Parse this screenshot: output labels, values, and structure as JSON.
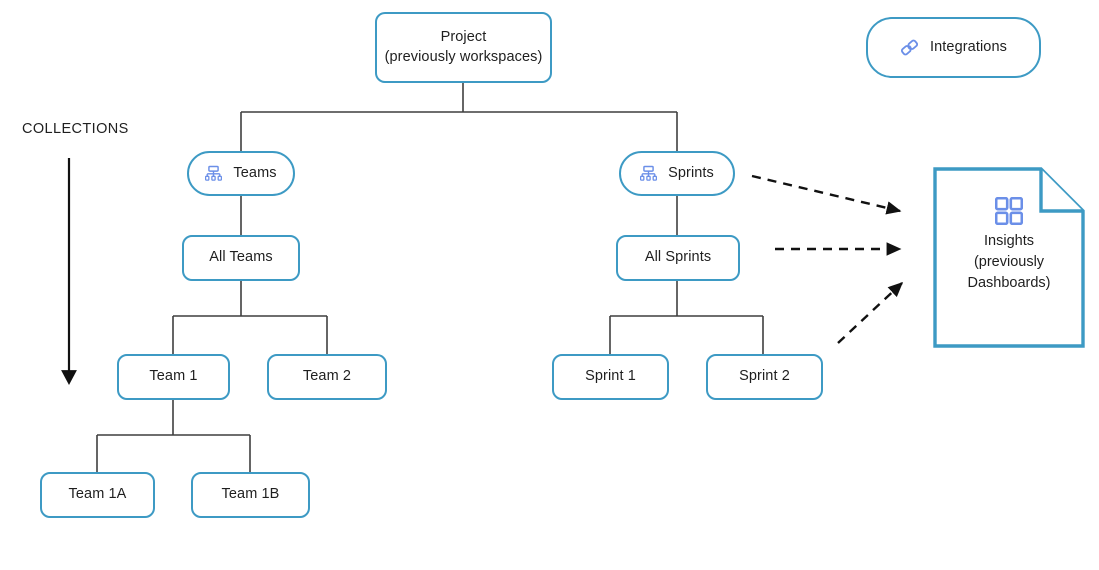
{
  "diagram": {
    "title_nodes": {
      "project": {
        "label": "Project\n(previously workspaces)",
        "shape": "rounded-rect"
      },
      "integrations": {
        "label": "Integrations",
        "icon": "link-chain-icon",
        "shape": "pill"
      },
      "insights": {
        "label": "Insights\n(previously\nDashboards)",
        "icon": "grid-dashboard-icon",
        "shape": "document-folded-corner"
      }
    },
    "collections": {
      "label": "COLLECTIONS",
      "arrow": "down-arrow"
    },
    "branches": [
      {
        "root": {
          "label": "Teams",
          "icon": "hierarchy-icon"
        },
        "all": {
          "label": "All Teams"
        },
        "children": [
          {
            "label": "Team 1",
            "children": [
              {
                "label": "Team 1A"
              },
              {
                "label": "Team 1B"
              }
            ]
          },
          {
            "label": "Team 2",
            "children": []
          }
        ]
      },
      {
        "root": {
          "label": "Sprints",
          "icon": "hierarchy-icon"
        },
        "all": {
          "label": "All Sprints"
        },
        "children": [
          {
            "label": "Sprint 1",
            "children": []
          },
          {
            "label": "Sprint 2",
            "children": []
          }
        ]
      }
    ],
    "colors": {
      "node_border": "#3d9ac4",
      "node_fill": "#ffffff",
      "connector": "#3f3f3f",
      "arrow": "#111111",
      "icon_blue": "#6b8fe8",
      "text": "#1f1f1f"
    },
    "flows": [
      {
        "from": "Sprints",
        "to": "Insights",
        "style": "dashed-arrow"
      },
      {
        "from": "All Sprints",
        "to": "Insights",
        "style": "dashed-arrow"
      },
      {
        "from": "Sprint 2",
        "to": "Insights",
        "style": "dashed-arrow"
      }
    ]
  }
}
